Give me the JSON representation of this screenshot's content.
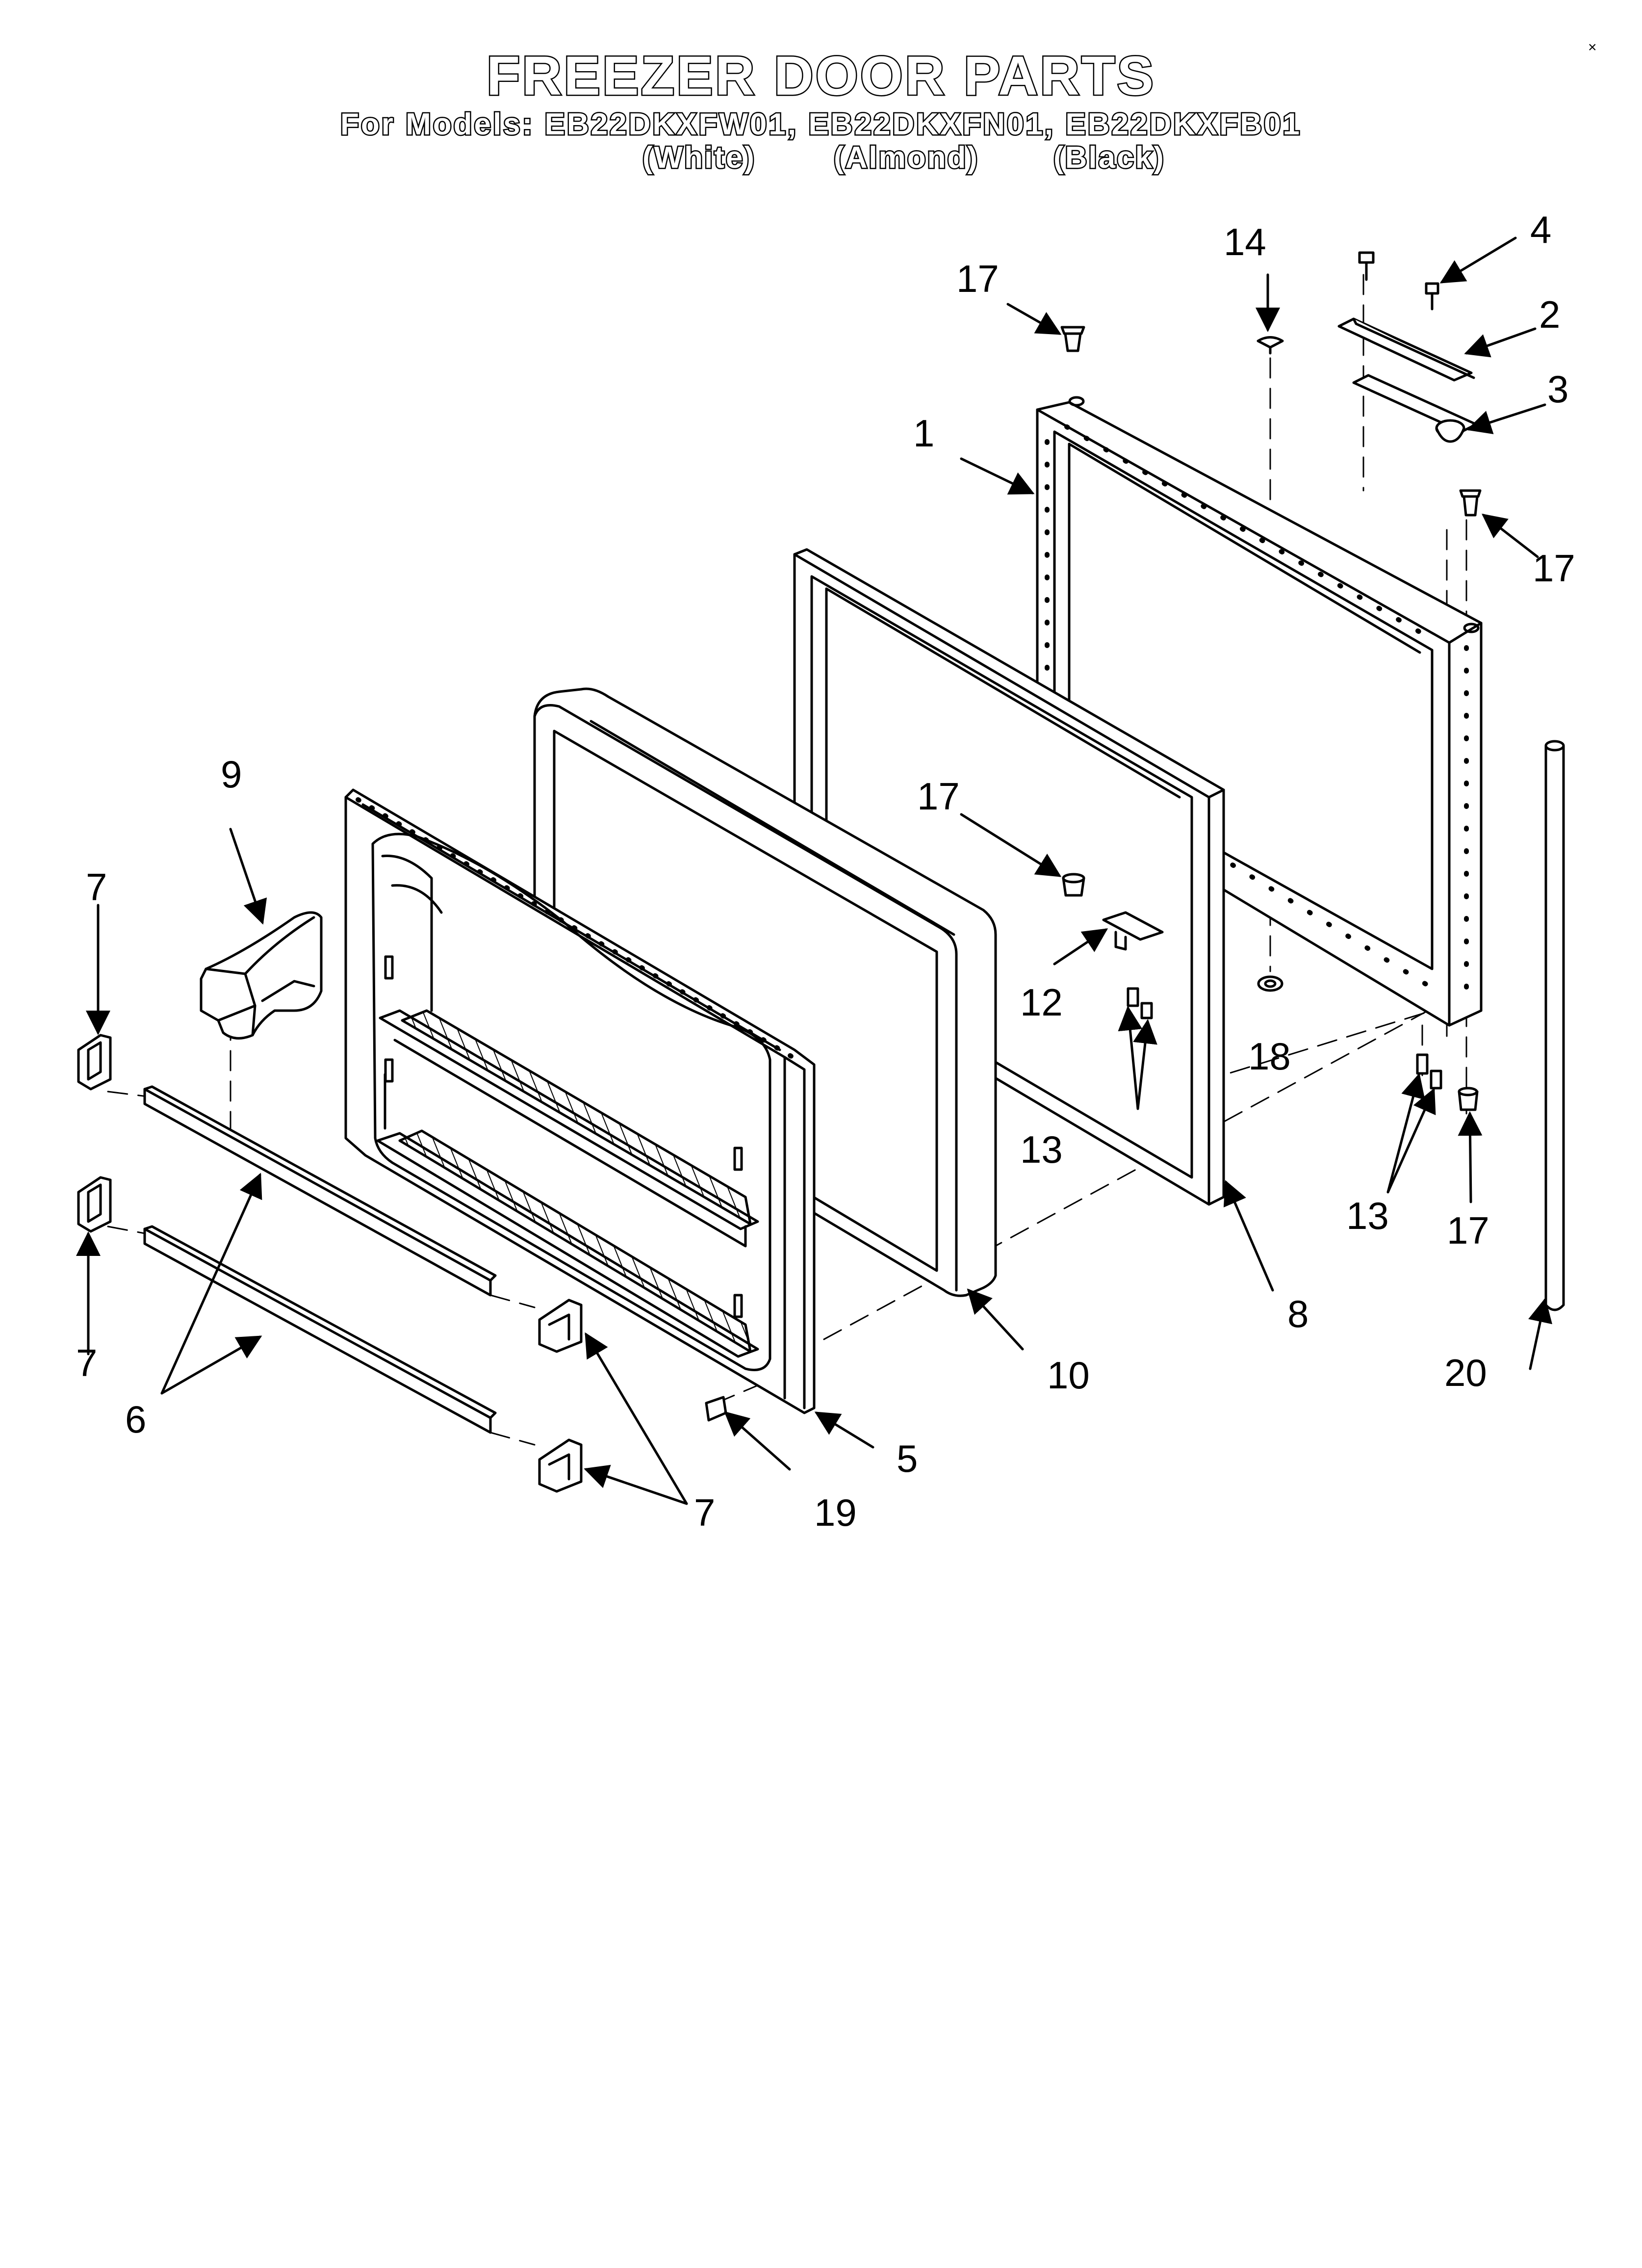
{
  "header": {
    "title": "FREEZER DOOR PARTS",
    "models_line": "For Models: EB22DKXFW01, EB22DKXFN01, EB22DKXFB01",
    "colors": [
      "(White)",
      "(Almond)",
      "(Black)"
    ]
  },
  "page_mark": "×",
  "callouts": [
    "1",
    "2",
    "3",
    "4",
    "5",
    "6",
    "7",
    "8",
    "9",
    "10",
    "12",
    "13",
    "14",
    "17",
    "18",
    "19",
    "20"
  ]
}
